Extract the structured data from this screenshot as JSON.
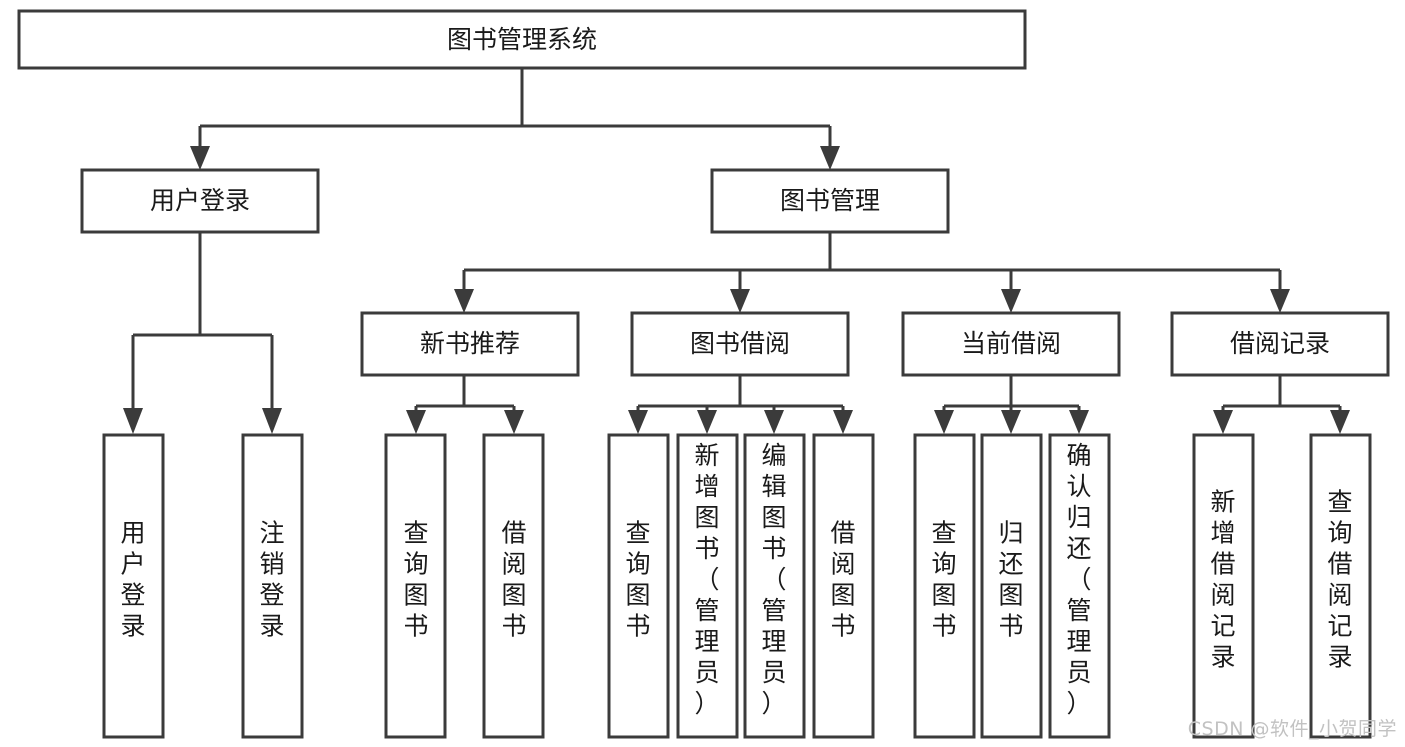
{
  "diagram": {
    "title": "图书管理系统",
    "type": "tree-hierarchy-diagram",
    "colors": {
      "box_stroke": "#3b3b3b",
      "box_fill": "#ffffff",
      "text": "#1a1a1a",
      "background": "#ffffff",
      "watermark": "#c2c2c2"
    },
    "root": {
      "id": "root",
      "label": "图书管理系统"
    },
    "level2": [
      {
        "id": "user-login",
        "label": "用户登录"
      },
      {
        "id": "book-management",
        "label": "图书管理"
      }
    ],
    "level3": [
      {
        "id": "new-book-recommend",
        "label": "新书推荐"
      },
      {
        "id": "book-borrow",
        "label": "图书借阅"
      },
      {
        "id": "current-borrow",
        "label": "当前借阅"
      },
      {
        "id": "borrow-record",
        "label": "借阅记录"
      }
    ],
    "leaves": {
      "user-login": [
        {
          "id": "leaf-user-login",
          "label": "用户登录"
        },
        {
          "id": "leaf-user-logout",
          "label": "注销登录"
        }
      ],
      "new-book-recommend": [
        {
          "id": "leaf-query-book-1",
          "label": "查询图书"
        },
        {
          "id": "leaf-borrow-book-1",
          "label": "借阅图书"
        }
      ],
      "book-borrow": [
        {
          "id": "leaf-query-book-2",
          "label": "查询图书"
        },
        {
          "id": "leaf-add-book",
          "label": "新增图书（管理员）"
        },
        {
          "id": "leaf-edit-book",
          "label": "编辑图书（管理员）"
        },
        {
          "id": "leaf-borrow-book-2",
          "label": "借阅图书"
        }
      ],
      "current-borrow": [
        {
          "id": "leaf-query-book-3",
          "label": "查询图书"
        },
        {
          "id": "leaf-return-book",
          "label": "归还图书"
        },
        {
          "id": "leaf-confirm-return",
          "label": "确认归还（管理员）"
        }
      ],
      "borrow-record": [
        {
          "id": "leaf-add-record",
          "label": "新增借阅记录"
        },
        {
          "id": "leaf-query-record",
          "label": "查询借阅记录"
        }
      ]
    }
  },
  "watermark": {
    "text": "CSDN @软件_小贺同学"
  }
}
